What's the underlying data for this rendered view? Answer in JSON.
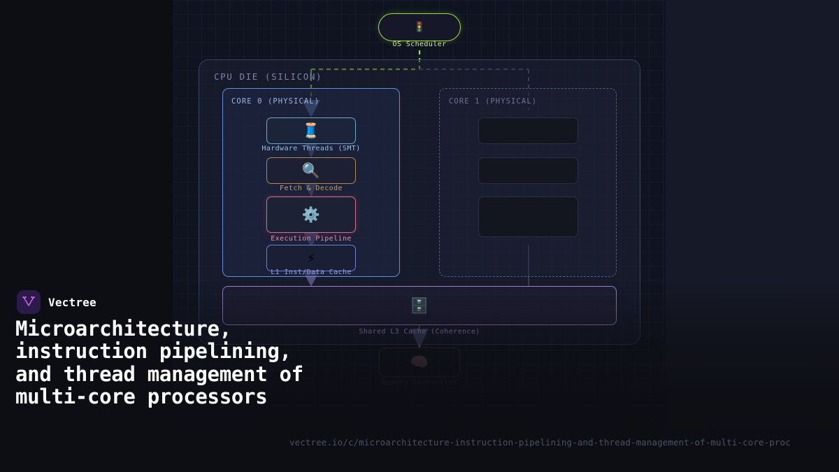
{
  "brand": {
    "name": "Vectree",
    "logo_icon": "vectree-tree-logo"
  },
  "headline": "Microarchitecture, instruction pipelining, and thread management of multi-core processors",
  "url": "vectree.io/c/microarchitecture-instruction-pipelining-and-thread-management-of-multi-core-proc",
  "diagram": {
    "os_scheduler": {
      "label": "OS Scheduler",
      "icon": "🚦",
      "icon_name": "traffic-light-icon",
      "border_color": "#9ae03c"
    },
    "cpu_die": {
      "title": "CPU DIE (SILICON)",
      "border_color": "#3b4160"
    },
    "core0": {
      "title": "CORE 0 (PHYSICAL)",
      "border_color": "#5b8fe0",
      "stages": [
        {
          "label": "Hardware Threads (SMT)",
          "icon": "🧵",
          "icon_name": "thread-spool-icon",
          "color": "#6fa8c9"
        },
        {
          "label": "Fetch & Decode",
          "icon": "🔍",
          "icon_name": "magnifier-icon",
          "color": "#b08a4e"
        },
        {
          "label": "Execution Pipeline",
          "icon": "⚙️",
          "icon_name": "gear-icon",
          "color": "#e06a8a"
        },
        {
          "label": "L1 Inst/Data Cache",
          "icon": "⚡",
          "icon_name": "lightning-bolt-icon",
          "color": "#6f7fd4"
        }
      ]
    },
    "core1": {
      "title": "CORE 1 (PHYSICAL)",
      "border_color": "#555c7d",
      "placeholder_count": 3
    },
    "l3_cache": {
      "label": "Shared L3 Cache (Coherence)",
      "icon": "🗄️",
      "icon_name": "file-cabinet-icon",
      "border_color": "#a285d8"
    },
    "memory_controller": {
      "label": "Memory Controller",
      "icon": "🧠",
      "icon_name": "brain-icon",
      "border_color": "#8a6a3e"
    },
    "edges": [
      {
        "from": "os_scheduler",
        "to": "core0",
        "style": "dashed",
        "color": "#9ae03c"
      },
      {
        "from": "os_scheduler",
        "to": "core1",
        "style": "dashed",
        "color": "#555c7d"
      },
      {
        "from": "threads",
        "to": "fetch",
        "style": "arrow",
        "color": "#7fa8e8"
      },
      {
        "from": "fetch",
        "to": "exec",
        "style": "arrow",
        "color": "#7fa8e8"
      },
      {
        "from": "exec",
        "to": "l1",
        "style": "arrow",
        "color": "#9a8fe0"
      },
      {
        "from": "l1",
        "to": "l3_cache",
        "style": "arrow",
        "color": "#b49ae8"
      },
      {
        "from": "core1",
        "to": "l3_cache",
        "style": "solid",
        "color": "#5b6182"
      },
      {
        "from": "l3_cache",
        "to": "memory_controller",
        "style": "arrow",
        "color": "#7f93c9"
      }
    ]
  }
}
